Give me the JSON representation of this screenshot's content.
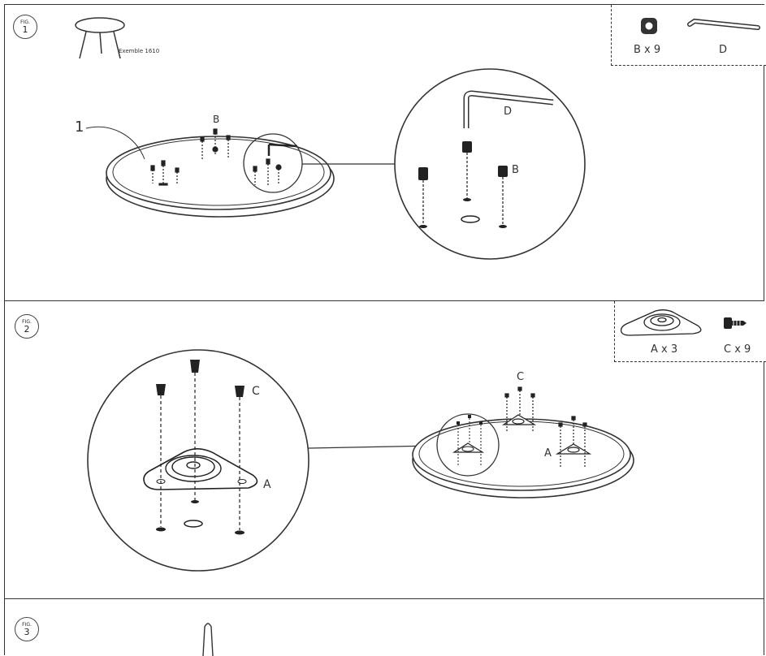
{
  "fig_word": "FIG.",
  "panels": [
    {
      "fig_number": "1",
      "product_name": "Exemble 1610",
      "parts": [
        {
          "label": "B x 9",
          "icon": "cam-lock-icon"
        },
        {
          "label": "D",
          "icon": "allen-key-icon"
        }
      ],
      "callouts": {
        "step_number": "1",
        "part_b": "B",
        "zoom_b": "B",
        "zoom_d": "D"
      }
    },
    {
      "fig_number": "2",
      "parts": [
        {
          "label": "A x 3",
          "icon": "leg-bracket-icon"
        },
        {
          "label": "C x 9",
          "icon": "screw-icon"
        }
      ],
      "callouts": {
        "zoom_c": "C",
        "zoom_a": "A",
        "top_c": "C",
        "top_a": "A"
      }
    },
    {
      "fig_number": "3"
    }
  ],
  "colors": {
    "line": "#333333",
    "fill": "#ffffff",
    "dark": "#222222"
  }
}
